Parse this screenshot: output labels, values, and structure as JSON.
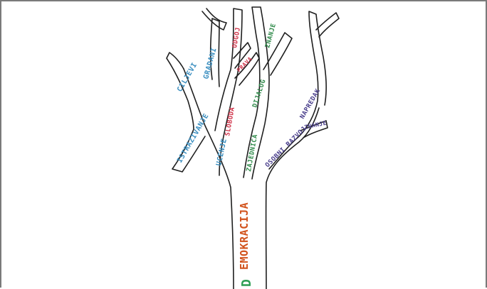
{
  "image": {
    "description_colors": {
      "background": "#ffffff",
      "outline": "#1f1f1f",
      "trunk_word": "#d2541e",
      "trunk_initial": "#2e9e54",
      "blue_words": "#3b8fc0",
      "red_words": "#d0344a",
      "green_words": "#2f8a4a",
      "purple_words": "#4a3f8c"
    }
  },
  "labels": {
    "trunk_word": "EMOKRACIJA",
    "trunk_initial": "D",
    "left_branch_upper": "CILJEVI",
    "left_branch_lower": "ISTRAZIVANJE",
    "middle_branch_upper": "GRADANI",
    "middle_branch_lower": "UCENJE",
    "twig_a": "ODGOJ",
    "twig_b": "SLOBODA",
    "twig_c": "PRAVA",
    "center_branch_lower": "ZAJEDNICA",
    "center_branch_mid": "DIJALOG",
    "center_branch_top": "ZNANJE",
    "right_branch_lower": "OSOBNI RAZVOJ",
    "right_branch_upper": "NAPREDAK",
    "right_twig": "ZNANJE"
  }
}
